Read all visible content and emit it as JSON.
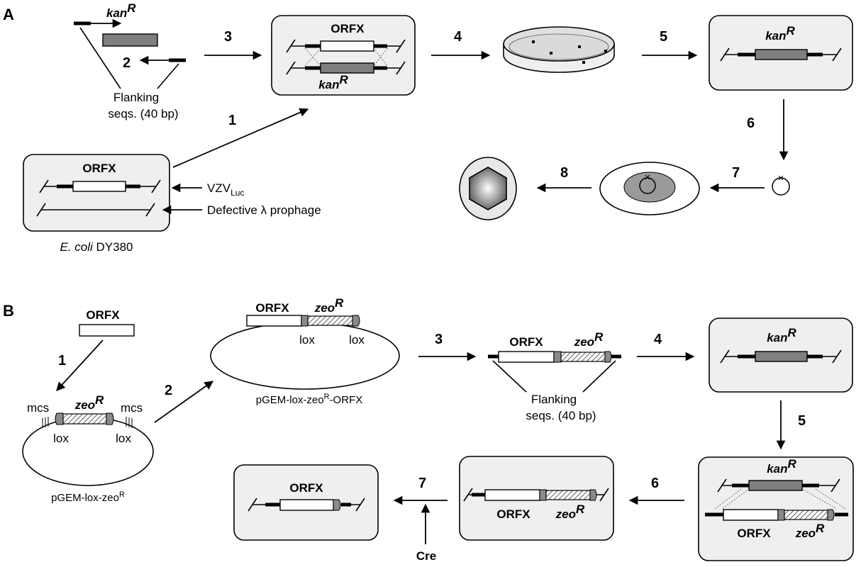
{
  "panels": {
    "a": "A",
    "b": "B"
  },
  "steps_a": [
    "1",
    "2",
    "3",
    "4",
    "5",
    "6",
    "7",
    "8"
  ],
  "steps_b": [
    "1",
    "2",
    "3",
    "4",
    "5",
    "6",
    "7"
  ],
  "genes": {
    "kan": "kan",
    "zeo": "zeo",
    "resistance_superscript": "R",
    "orfx": "ORFX"
  },
  "labels": {
    "flanking_line1": "Flanking",
    "flanking_line2": "seqs. (40 bp)",
    "vzv_main": "VZV",
    "vzv_sub": "Luc",
    "prophage": "Defective λ prophage",
    "ecoli_italic": "E. coli",
    "ecoli_strain": " DY380",
    "lox": "lox",
    "mcs": "mcs",
    "plasmid1_main": "pGEM-lox-zeo",
    "plasmid1_sup": "R",
    "plasmid2_main": "pGEM-lox-zeo",
    "plasmid2_sup": "R",
    "plasmid2_tail": "-ORFX",
    "cre": "Cre",
    "mark": "×"
  }
}
